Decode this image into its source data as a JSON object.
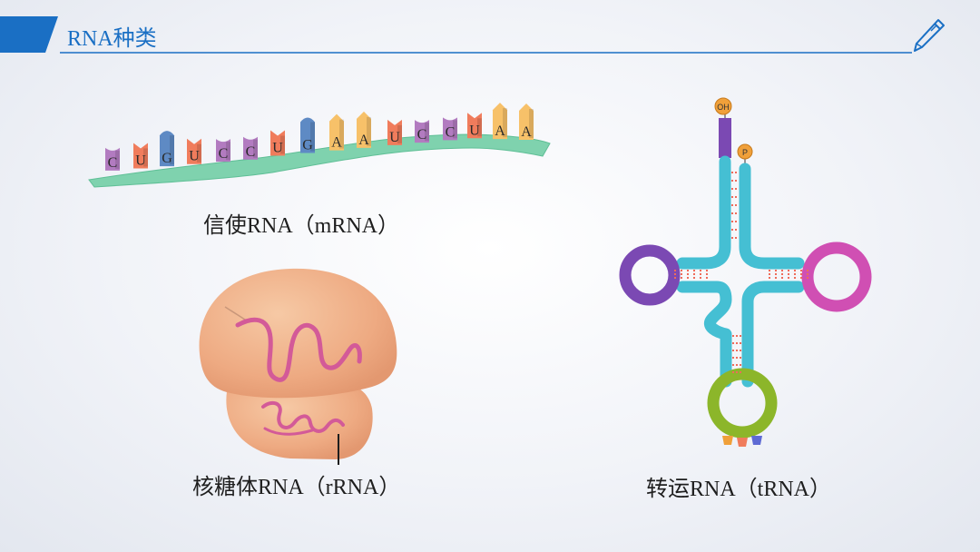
{
  "header": {
    "title": "RNA种类"
  },
  "mrna": {
    "caption": "信使RNA（mRNA）",
    "bases": [
      "C",
      "U",
      "G",
      "U",
      "C",
      "C",
      "U",
      "G",
      "A",
      "A",
      "U",
      "C",
      "C",
      "U",
      "A",
      "A"
    ],
    "base_colors": {
      "C": "#b27bc0",
      "U": "#f07c5c",
      "G": "#5e8ac4",
      "A": "#f7c169"
    }
  },
  "rrna": {
    "caption": "核糖体RNA（rRNA）"
  },
  "trna": {
    "caption": "转运RNA（tRNA）",
    "oh_label": "OH",
    "p_label": "P"
  },
  "colors": {
    "accent": "#1a6fc4",
    "ribbon": "#7fd2ae",
    "trna_body": "#45bfd3",
    "loop_left": "#7b49b3",
    "loop_right": "#d04fb3",
    "loop_bottom": "#8cb62a",
    "bond": "#ef6b5a"
  }
}
